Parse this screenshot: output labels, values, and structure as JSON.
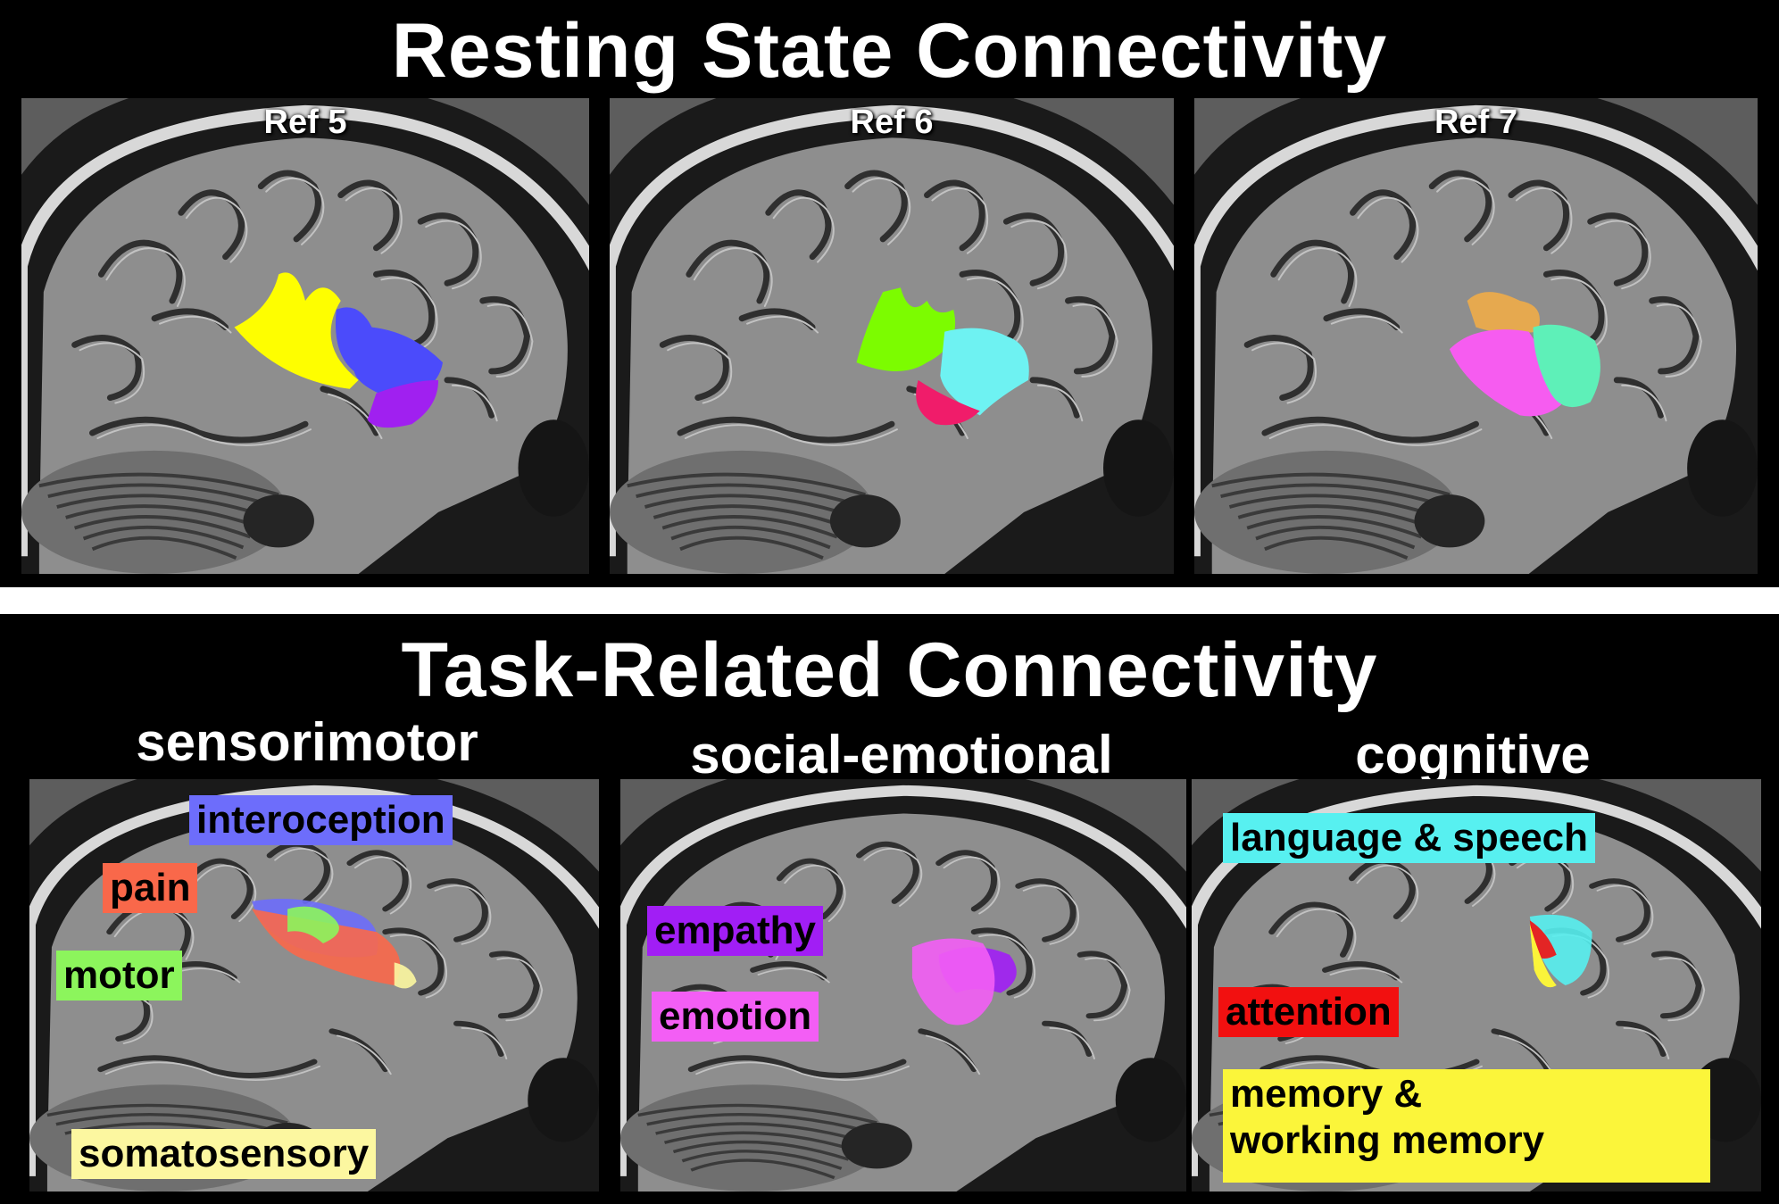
{
  "top_section": {
    "title": "Resting State Connectivity",
    "panels": [
      {
        "label": "Ref 5",
        "regions": [
          {
            "color": "#fefe00"
          },
          {
            "color": "#4b4bfb"
          },
          {
            "color": "#a020f0"
          }
        ]
      },
      {
        "label": "Ref 6",
        "regions": [
          {
            "color": "#7cfc00"
          },
          {
            "color": "#6ef2f2"
          },
          {
            "color": "#f01c6a"
          }
        ]
      },
      {
        "label": "Ref 7",
        "regions": [
          {
            "color": "#e6a94f"
          },
          {
            "color": "#f65cf0"
          },
          {
            "color": "#5ef0b8"
          }
        ]
      }
    ]
  },
  "bottom_section": {
    "title": "Task-Related Connectivity",
    "columns": [
      {
        "label": "sensorimotor",
        "tags": [
          {
            "text": "interoception",
            "bg": "#6d6dfb",
            "fg": "#000000"
          },
          {
            "text": "pain",
            "bg": "#f9684a",
            "fg": "#000000"
          },
          {
            "text": "motor",
            "bg": "#8cf55c",
            "fg": "#000000"
          },
          {
            "text": "somatosensory",
            "bg": "#fcf7a0",
            "fg": "#000000"
          }
        ]
      },
      {
        "label": "social-emotional",
        "tags": [
          {
            "text": "empathy",
            "bg": "#a11ef5",
            "fg": "#000000"
          },
          {
            "text": "emotion",
            "bg": "#f35ef5",
            "fg": "#000000"
          }
        ]
      },
      {
        "label": "cognitive",
        "tags": [
          {
            "text": "language & speech",
            "bg": "#57f0f0",
            "fg": "#000000"
          },
          {
            "text": "attention",
            "bg": "#f21010",
            "fg": "#000000"
          },
          {
            "text": "memory &",
            "bg": "#fbf53a",
            "fg": "#000000"
          },
          {
            "text": "working memory",
            "bg": "#fbf53a",
            "fg": "#000000"
          }
        ]
      }
    ]
  }
}
